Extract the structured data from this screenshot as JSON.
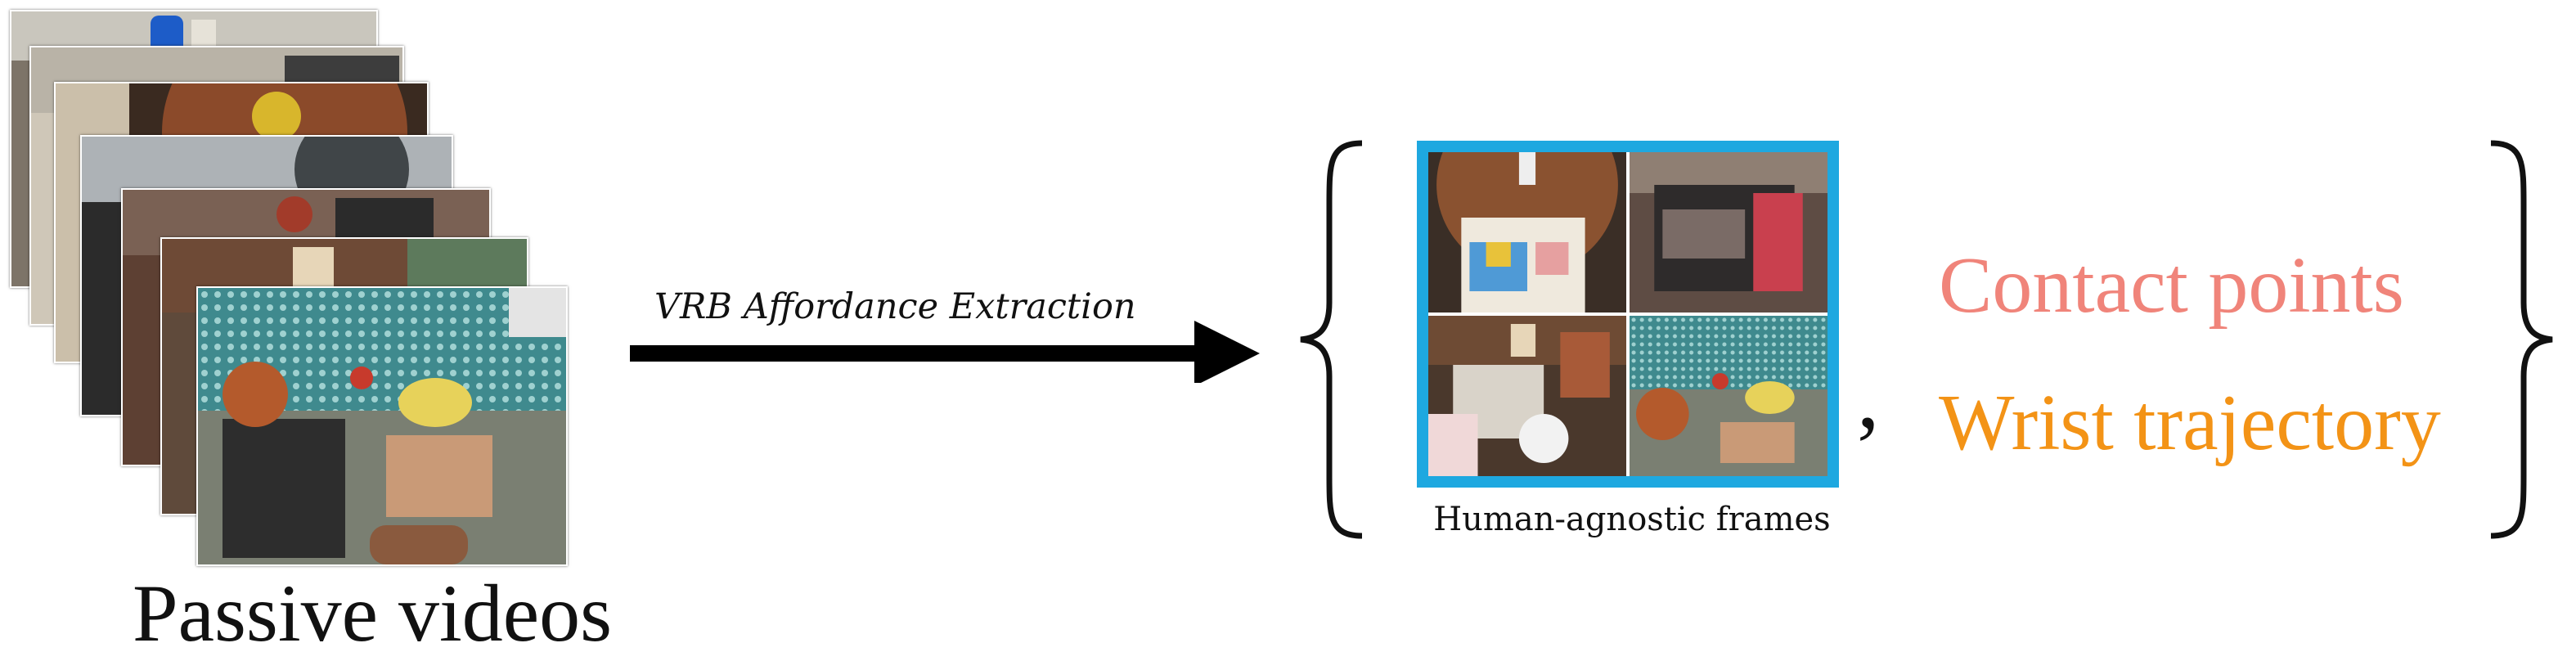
{
  "input": {
    "caption": "Passive videos"
  },
  "process": {
    "label": "VRB Affordance Extraction"
  },
  "outputs": {
    "frames_caption": "Human-agnostic frames",
    "separator": ",",
    "items": [
      {
        "label": "Contact points",
        "color": "#f0847a"
      },
      {
        "label": "Wrist trajectory",
        "color": "#f39316"
      }
    ]
  },
  "colors": {
    "frame_border": "#1ea8e0",
    "arrow": "#000000"
  }
}
